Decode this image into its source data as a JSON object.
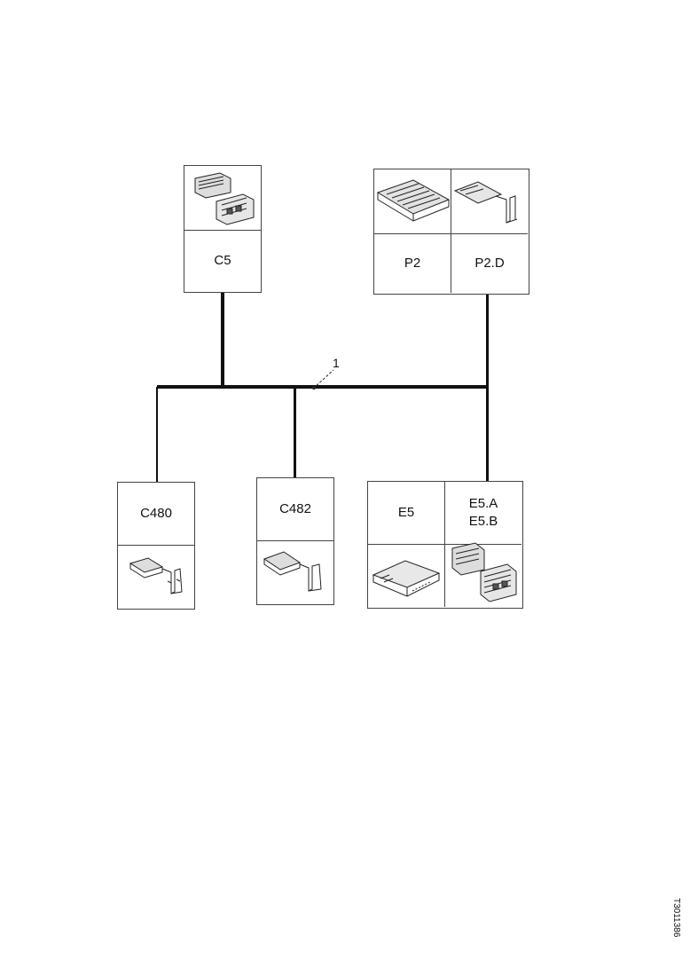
{
  "diagram": {
    "callout": "1",
    "figure_ref": "T3011386",
    "connectors": {
      "c5": "C5",
      "p2": "P2",
      "p2d": "P2.D",
      "c480": "C480",
      "c482": "C482",
      "e5": "E5",
      "e5ab_line1": "E5.A",
      "e5ab_line2": "E5.B"
    }
  }
}
